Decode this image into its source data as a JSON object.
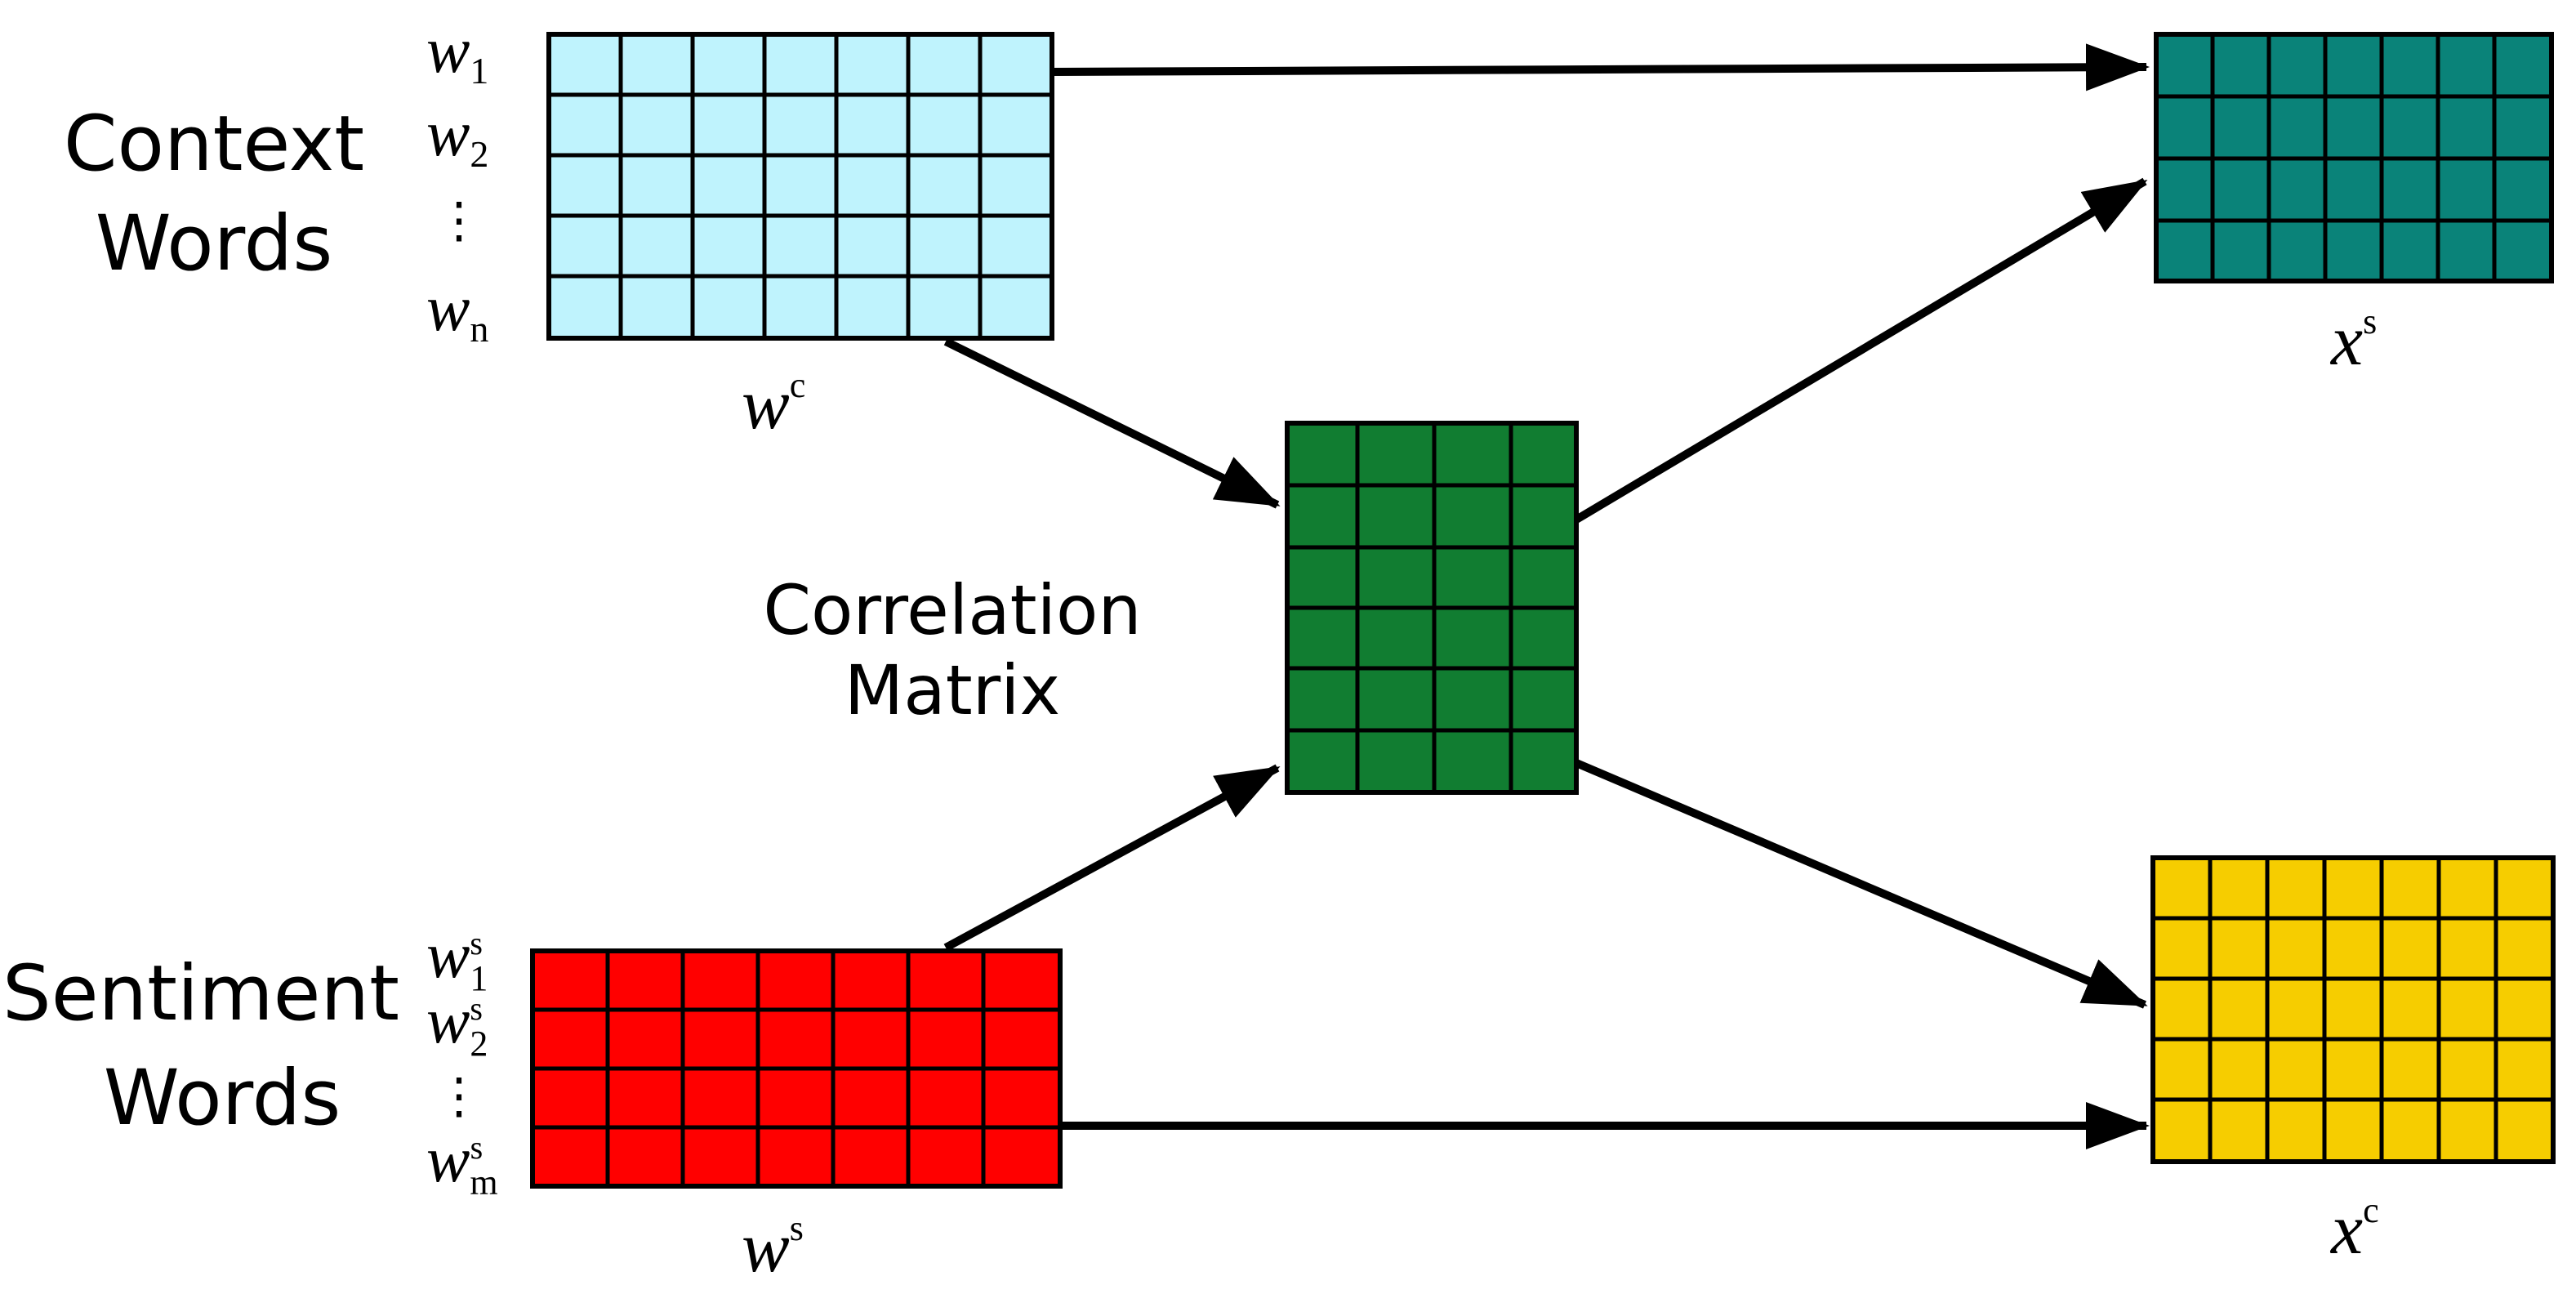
{
  "labels": {
    "context_words": [
      "Context",
      "Words"
    ],
    "sentiment_words": [
      "Sentiment",
      "Words"
    ],
    "correlation_matrix": [
      "Correlation",
      "Matrix"
    ]
  },
  "math": {
    "w": "w",
    "x": "x",
    "sub_1": "1",
    "sub_2": "2",
    "sub_n": "n",
    "sub_m": "m",
    "sup_c": "c",
    "sup_s": "s",
    "vdots": "⋮"
  },
  "colors": {
    "context_matrix": "#bff3fd",
    "correlation_matrix": "#117d31",
    "sentiment_matrix": "#ff0000",
    "xs_matrix": "#0a8379",
    "xc_matrix": "#f6cd00",
    "grid_line": "#000000"
  }
}
